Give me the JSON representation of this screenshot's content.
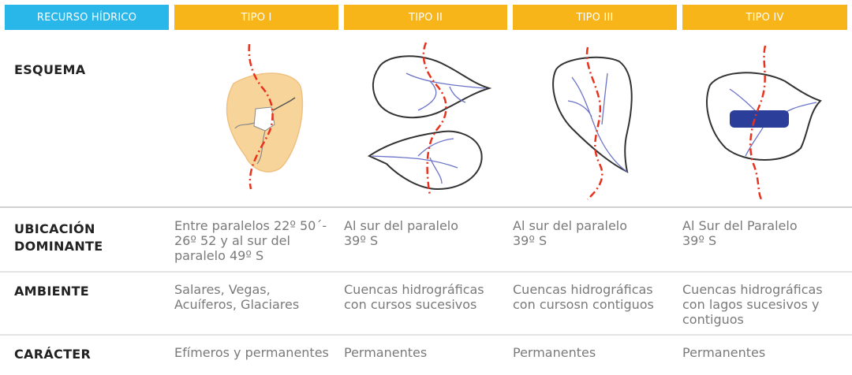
{
  "headers": {
    "resource": "RECURSO HÍDRICO",
    "types": [
      "TIPO I",
      "TIPO II",
      "TIPO III",
      "TIPO IV"
    ]
  },
  "rows": {
    "esquema": {
      "label": "ESQUEMA"
    },
    "ubicacion": {
      "label": "UBICACIÓN\nDOMINANTE",
      "values": [
        "Entre paralelos 22º 50´-\n26º 52 y al sur del\nparalelo 49º S",
        "Al sur del paralelo\n39º S",
        "Al sur del paralelo\n39º S",
        "Al Sur del Paralelo\n39º S"
      ]
    },
    "ambiente": {
      "label": "AMBIENTE",
      "values": [
        "Salares, Vegas,\nAcuíferos, Glaciares",
        "Cuencas hidrográficas\ncon cursos sucesivos",
        "Cuencas hidrográficas\ncon cursosn contiguos",
        "Cuencas hidrográficas\ncon lagos sucesivos y\ncontiguos"
      ]
    },
    "caracter": {
      "label": "CARÁCTER",
      "values": [
        "Efímeros y permanentes",
        "Permanentes",
        "Permanentes",
        "Permanentes"
      ]
    }
  },
  "colors": {
    "header_blue": "#29b6e8",
    "header_yellow": "#f8b519",
    "border_red": "#e8321e",
    "river_blue": "#6b73c8",
    "lake_blue": "#2b3f9a",
    "salar_fill": "#f7d59a"
  }
}
